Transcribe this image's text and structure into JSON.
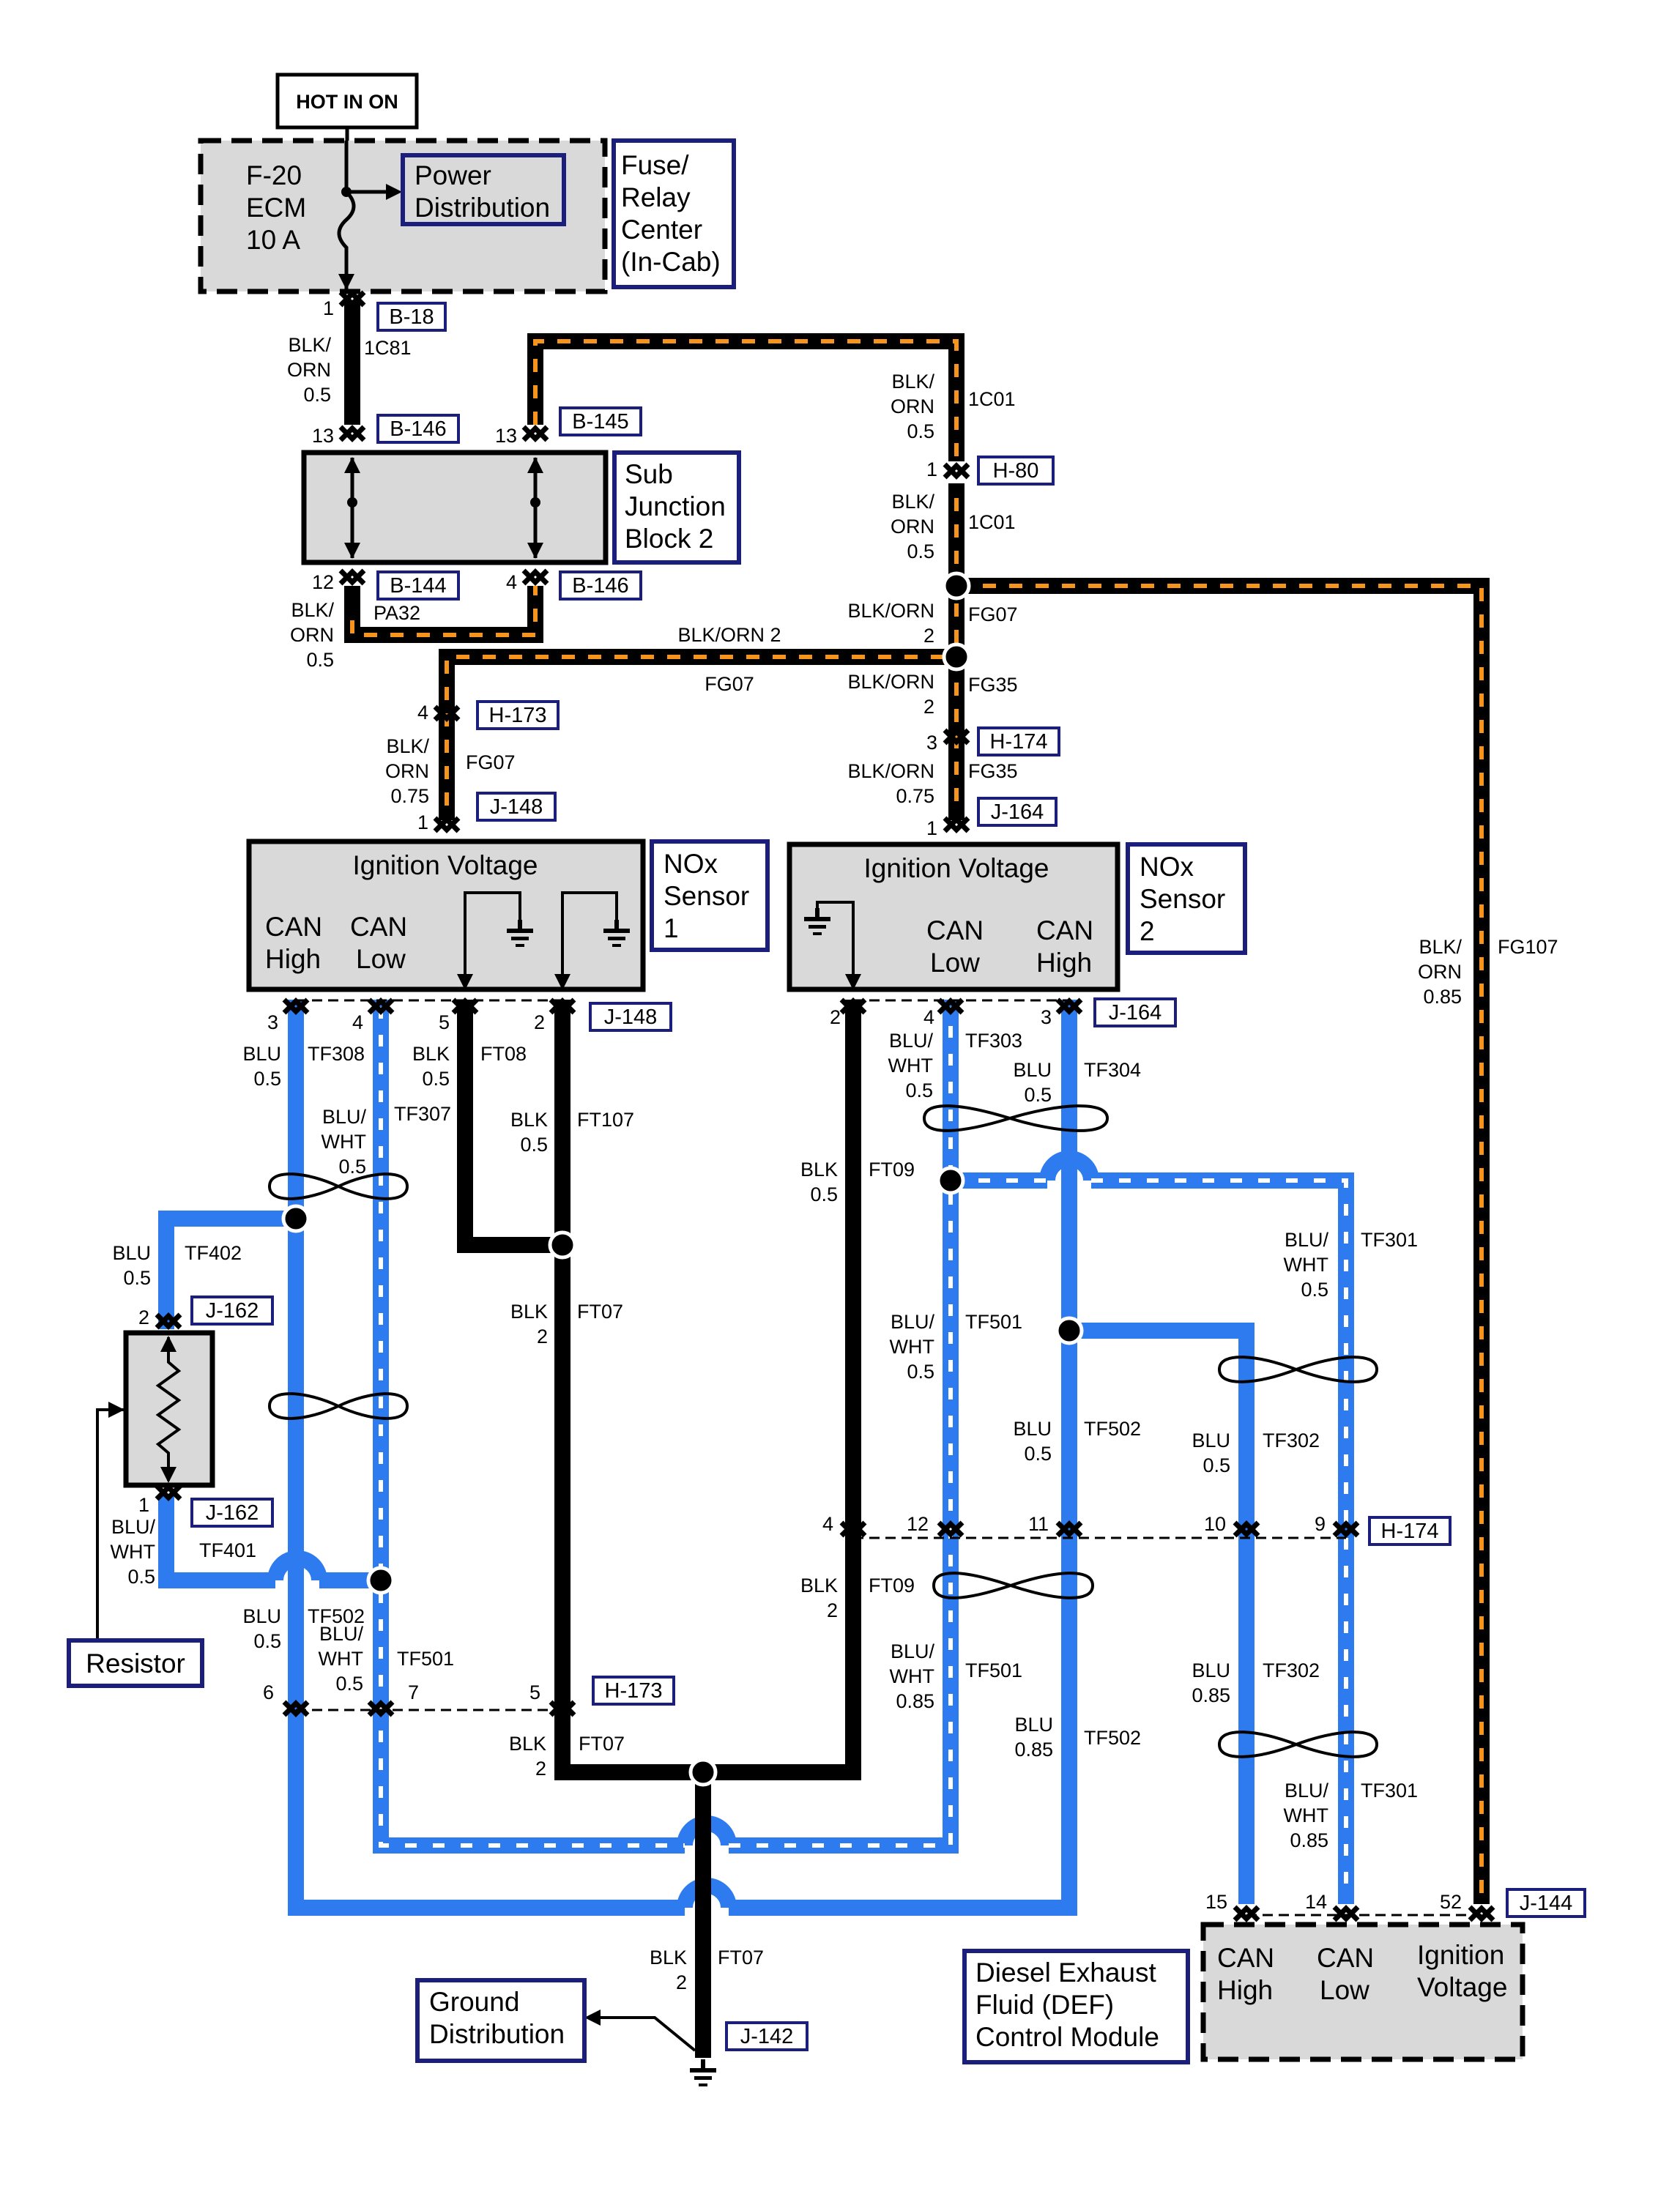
{
  "colors": {
    "blue": "#2E7BF0",
    "black": "#000000",
    "orange": "#F7941D",
    "box_border": "#1B1E7A",
    "component_fill": "#D9D9D9"
  },
  "tags": {
    "hot": "HOT IN ON",
    "fuse_relay": [
      "Fuse/",
      "Relay",
      "Center",
      "(In-Cab)"
    ],
    "power_dist": [
      "Power",
      "Distribution"
    ],
    "sub_junction": [
      "Sub",
      "Junction",
      "Block 2"
    ],
    "nox1": [
      "NOx",
      "Sensor",
      "1"
    ],
    "nox2": [
      "NOx",
      "Sensor",
      "2"
    ],
    "resistor": "Resistor",
    "ground_dist": [
      "Ground",
      "Distribution"
    ],
    "def": [
      "Diesel Exhaust",
      "Fluid (DEF)",
      "Control Module"
    ]
  },
  "fuse": [
    "F-20",
    "ECM",
    "10 A"
  ],
  "sensors": {
    "ign": "Ignition Voltage",
    "can_high": [
      "CAN",
      "High"
    ],
    "can_low": [
      "CAN",
      "Low"
    ]
  },
  "def_module": {
    "can_high": [
      "CAN",
      "High"
    ],
    "can_low": [
      "CAN",
      "Low"
    ],
    "ign": [
      "Ignition",
      "Voltage"
    ]
  },
  "connectors": {
    "b18": "B-18",
    "b146a": "B-146",
    "b145": "B-145",
    "b144": "B-144",
    "b146b": "B-146",
    "h80": "H-80",
    "h173a": "H-173",
    "h174a": "H-174",
    "j148a": "J-148",
    "j164a": "J-164",
    "j148b": "J-148",
    "j164b": "J-164",
    "j162a": "J-162",
    "j162b": "J-162",
    "h174b": "H-174",
    "h173b": "H-173",
    "j144": "J-144",
    "j142": "J-142"
  },
  "pins": {
    "p1_b18": "1",
    "p13a": "13",
    "p13b": "13",
    "p12": "12",
    "p4_b146": "4",
    "p1_h80": "1",
    "p4_h173": "4",
    "p1_j148": "1",
    "p3_h174": "3",
    "p1_j164": "1",
    "j148_3": "3",
    "j148_4": "4",
    "j148_5": "5",
    "j148_2": "2",
    "j164_2": "2",
    "j164_4": "4",
    "j164_3": "3",
    "j162_2": "2",
    "j162_1": "1",
    "h174_4": "4",
    "h174_12": "12",
    "h174_11": "11",
    "h174_10": "10",
    "h174_9": "9",
    "h173_6": "6",
    "h173_7": "7",
    "h173_5": "5",
    "j144_15": "15",
    "j144_14": "14",
    "j144_52": "52"
  },
  "wires": {
    "w_b18": [
      "BLK/",
      "ORN",
      "0.5"
    ],
    "c_1c81": "1C81",
    "w_top_right": [
      "BLK/",
      "ORN",
      "0.5"
    ],
    "c_1c01a": "1C01",
    "w_h80": [
      "BLK/",
      "ORN",
      "0.5"
    ],
    "c_1c01b": "1C01",
    "w_pa32": [
      "BLK/",
      "ORN",
      "0.5"
    ],
    "c_pa32": "PA32",
    "w_fg07_blk": "BLK/ORN",
    "w_fg07_n": "2",
    "c_fg07_r": "FG07",
    "w_blkorn2": "BLK/ORN 2",
    "c_fg07_mid": "FG07",
    "w_fg35_blk": "BLK/ORN",
    "w_fg35_n": "2",
    "c_fg35": "FG35",
    "w_h173_left": [
      "BLK/",
      "ORN",
      "0.75"
    ],
    "c_fg07_h173": "FG07",
    "w_h174_left": [
      "BLK/ORN",
      "0.75"
    ],
    "c_fg35_h174": "FG35",
    "w_fg107": [
      "BLK/",
      "ORN",
      "0.85"
    ],
    "c_fg107": "FG107",
    "w_tf308": [
      "BLU",
      "0.5"
    ],
    "c_tf308": "TF308",
    "w_tf307": [
      "BLU/",
      "WHT",
      "0.5"
    ],
    "c_tf307": "TF307",
    "w_ft08": [
      "BLK",
      "0.5"
    ],
    "c_ft08": "FT08",
    "w_ft107": [
      "BLK",
      "0.5"
    ],
    "c_ft107": "FT107",
    "w_ft07a": [
      "BLK",
      "2"
    ],
    "c_ft07a": "FT07",
    "w_tf402": [
      "BLU",
      "0.5"
    ],
    "c_tf402": "TF402",
    "w_tf401": [
      "BLU/",
      "WHT",
      "0.5"
    ],
    "c_tf401": "TF401",
    "w_tf502a": [
      "BLU",
      "0.5"
    ],
    "c_tf502a": "TF502",
    "w_tf501a": [
      "BLU/",
      "WHT",
      "0.5"
    ],
    "c_tf501a": "TF501",
    "w_ft07b": [
      "BLK",
      "2"
    ],
    "c_ft07b": "FT07",
    "w_ft07c": [
      "BLK",
      "2"
    ],
    "c_ft07c": "FT07",
    "w_tf303": [
      "BLU/",
      "WHT",
      "0.5"
    ],
    "c_tf303": "TF303",
    "w_tf304": [
      "BLU",
      "0.5"
    ],
    "c_tf304": "TF304",
    "w_ft09a": [
      "BLK",
      "0.5"
    ],
    "c_ft09a": "FT09",
    "w_tf501b": [
      "BLU/",
      "WHT",
      "0.5"
    ],
    "c_tf501b": "TF501",
    "w_tf502b": [
      "BLU",
      "0.5"
    ],
    "c_tf502b": "TF502",
    "w_tf301a": [
      "BLU/",
      "WHT",
      "0.5"
    ],
    "c_tf301a": "TF301",
    "w_tf302a": [
      "BLU",
      "0.5"
    ],
    "c_tf302a": "TF302",
    "w_ft09b": [
      "BLK",
      "2"
    ],
    "c_ft09b": "FT09",
    "w_tf501c": [
      "BLU/",
      "WHT",
      "0.85"
    ],
    "c_tf501c": "TF501",
    "w_tf502c": [
      "BLU",
      "0.85"
    ],
    "c_tf502c": "TF502",
    "w_tf302b": [
      "BLU",
      "0.85"
    ],
    "c_tf302b": "TF302",
    "w_tf301b": [
      "BLU/",
      "WHT",
      "0.85"
    ],
    "c_tf301b": "TF301"
  }
}
